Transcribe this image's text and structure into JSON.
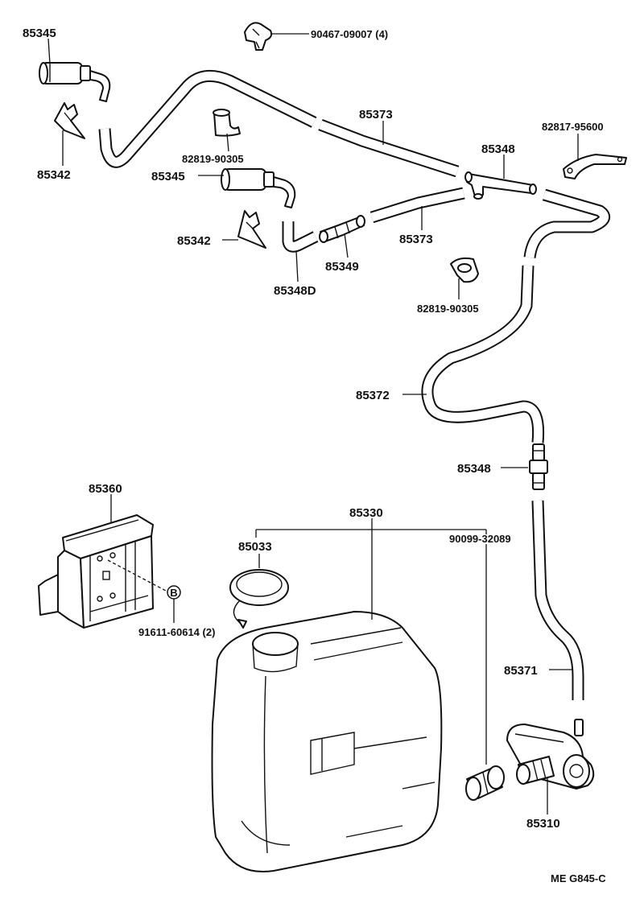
{
  "diagram_code": "ME G845-C",
  "labels": {
    "p85345_top": "85345",
    "clip_90467": "90467-09007 (4)",
    "p85342_top": "85342",
    "p85373_top": "85373",
    "p82819_top": "82819-90305",
    "p82817": "82817-95600",
    "p85348_top": "85348",
    "p85345_mid": "85345",
    "p85342_mid": "85342",
    "p85373_mid": "85373",
    "p85349": "85349",
    "p85348D": "85348D",
    "p82819_bot": "82819-90305",
    "p85372": "85372",
    "p85348_bot": "85348",
    "p85360": "85360",
    "p85330": "85330",
    "p85033": "85033",
    "p90099": "90099-32089",
    "p91611": "91611-60614 (2)",
    "bolt_mark": "B",
    "p85371": "85371",
    "p85310": "85310"
  }
}
